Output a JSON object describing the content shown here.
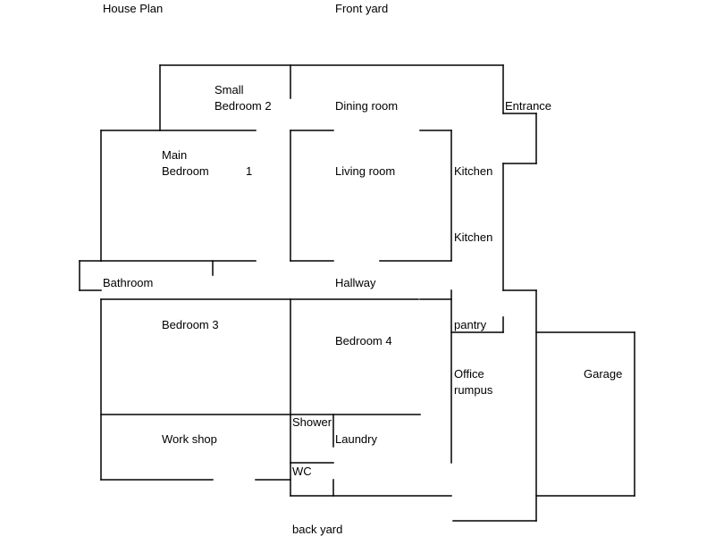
{
  "title": "House Plan",
  "orientation": {
    "front": "Front yard",
    "back": "back yard"
  },
  "rooms": {
    "small_bedroom_line1": "Small",
    "small_bedroom_line2": "Bedroom 2",
    "dining_room": "Dining room",
    "entrance": "Entrance",
    "main_bedroom_line1": "Main",
    "main_bedroom_line2": "Bedroom",
    "main_bedroom_number": "1",
    "living_room": "Living room",
    "kitchen_upper": "Kitchen",
    "kitchen_lower": "Kitchen",
    "bathroom": "Bathroom",
    "hallway": "Hallway",
    "bedroom_3": "Bedroom 3",
    "bedroom_4": "Bedroom 4",
    "pantry": "pantry",
    "office_line1": "Office",
    "office_line2": "rumpus",
    "garage": "Garage",
    "workshop": "Work shop",
    "shower": "Shower",
    "laundry": "Laundry",
    "wc": "WC"
  }
}
